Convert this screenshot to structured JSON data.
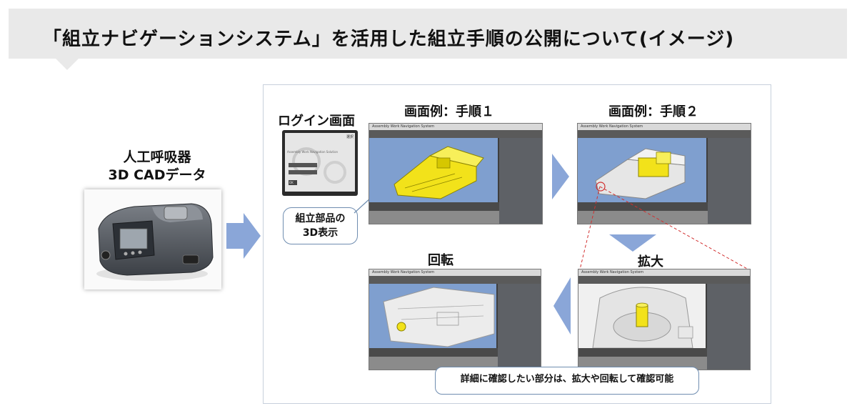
{
  "header": {
    "title": "「組立ナビゲーションシステム」を活用した組立手順の公開について(イメージ)"
  },
  "device": {
    "label_line1": "人工呼吸器",
    "label_line2": "3D CADデータ"
  },
  "panel": {
    "login_caption": "ログイン画面",
    "login_screen": {
      "corner_text": "選択",
      "title_text": "Assembly Work Navigation Solution",
      "button_text": "OK"
    },
    "step1_caption": "画面例：手順１",
    "step2_caption": "画面例：手順２",
    "rotate_caption": "回転",
    "zoom_caption": "拡大",
    "callout_line1": "組立部品の",
    "callout_line2": "3D表示",
    "note": "詳細に確認したい部分は、拡大や回転して確認可能",
    "window_title": "Assembly Work Navigation System"
  },
  "colors": {
    "header_bg": "#e9e9e9",
    "arrow_blue": "#8aa6d8",
    "panel_border": "#c7d0dc",
    "callout_border": "#6f8db0",
    "part_yellow": "#f2e21a",
    "viewport_blue": "#7f9fcf",
    "link_red": "#d23030"
  }
}
